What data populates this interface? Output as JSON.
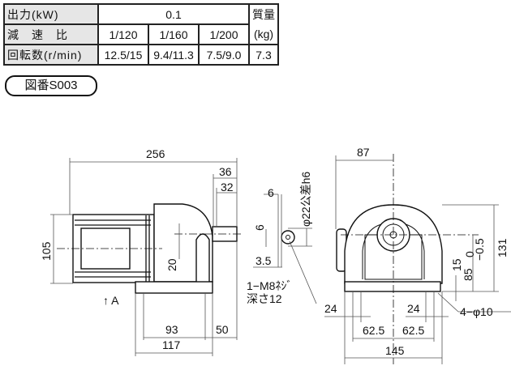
{
  "spec_table": {
    "row_output": {
      "label": "出力(kW)",
      "value": "0.1",
      "mass_header": "質量"
    },
    "row_ratio": {
      "label": "減　速　比",
      "values": [
        "1/120",
        "1/160",
        "1/200"
      ],
      "mass_unit": "(kg)"
    },
    "row_speed": {
      "label": "回転数(r/min)",
      "values": [
        "12.5/15",
        "9.4/11.3",
        "7.5/9.0"
      ],
      "mass_value": "7.3"
    }
  },
  "drawing_number": "図番S003",
  "side_view": {
    "dims": {
      "overall": "256",
      "shaft_36": "36",
      "shaft_32": "32",
      "height": "105",
      "offset": "20",
      "base_93": "93",
      "base_50": "50",
      "base_117": "117"
    },
    "view_arrow": "A"
  },
  "shaft_detail": {
    "key_width": "6",
    "key_height": "6",
    "key_depth": "3.5",
    "shaft_dia": "φ22公差h6",
    "tap_note": "1−M8ﾈｼﾞ",
    "tap_depth": "深さ12"
  },
  "front_view": {
    "dims": {
      "half_width": "87",
      "height": "131",
      "center_height": "85",
      "tol_upper": "0",
      "tol_lower": "−0.5",
      "base_thick": "15",
      "hole_left": "24",
      "hole_right": "24",
      "pitch_left": "62.5",
      "pitch_right": "62.5",
      "overall_width": "145"
    },
    "hole_note": "4−φ10"
  }
}
